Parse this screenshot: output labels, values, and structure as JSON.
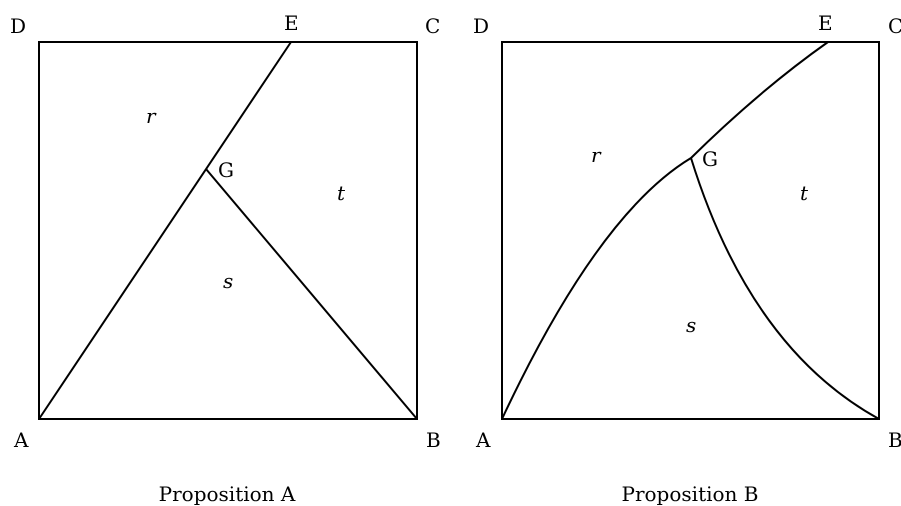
{
  "stroke_color": "#000000",
  "background_color": "#ffffff",
  "propositions": [
    {
      "caption": "Proposition A",
      "vertices": {
        "A": "A",
        "B": "B",
        "C": "C",
        "D": "D",
        "E": "E",
        "G": "G"
      },
      "regions": {
        "r": "r",
        "s": "s",
        "t": "t"
      }
    },
    {
      "caption": "Proposition B",
      "vertices": {
        "A": "A",
        "B": "B",
        "C": "C",
        "D": "D",
        "E": "E",
        "G": "G"
      },
      "regions": {
        "r": "r",
        "s": "s",
        "t": "t"
      }
    }
  ]
}
